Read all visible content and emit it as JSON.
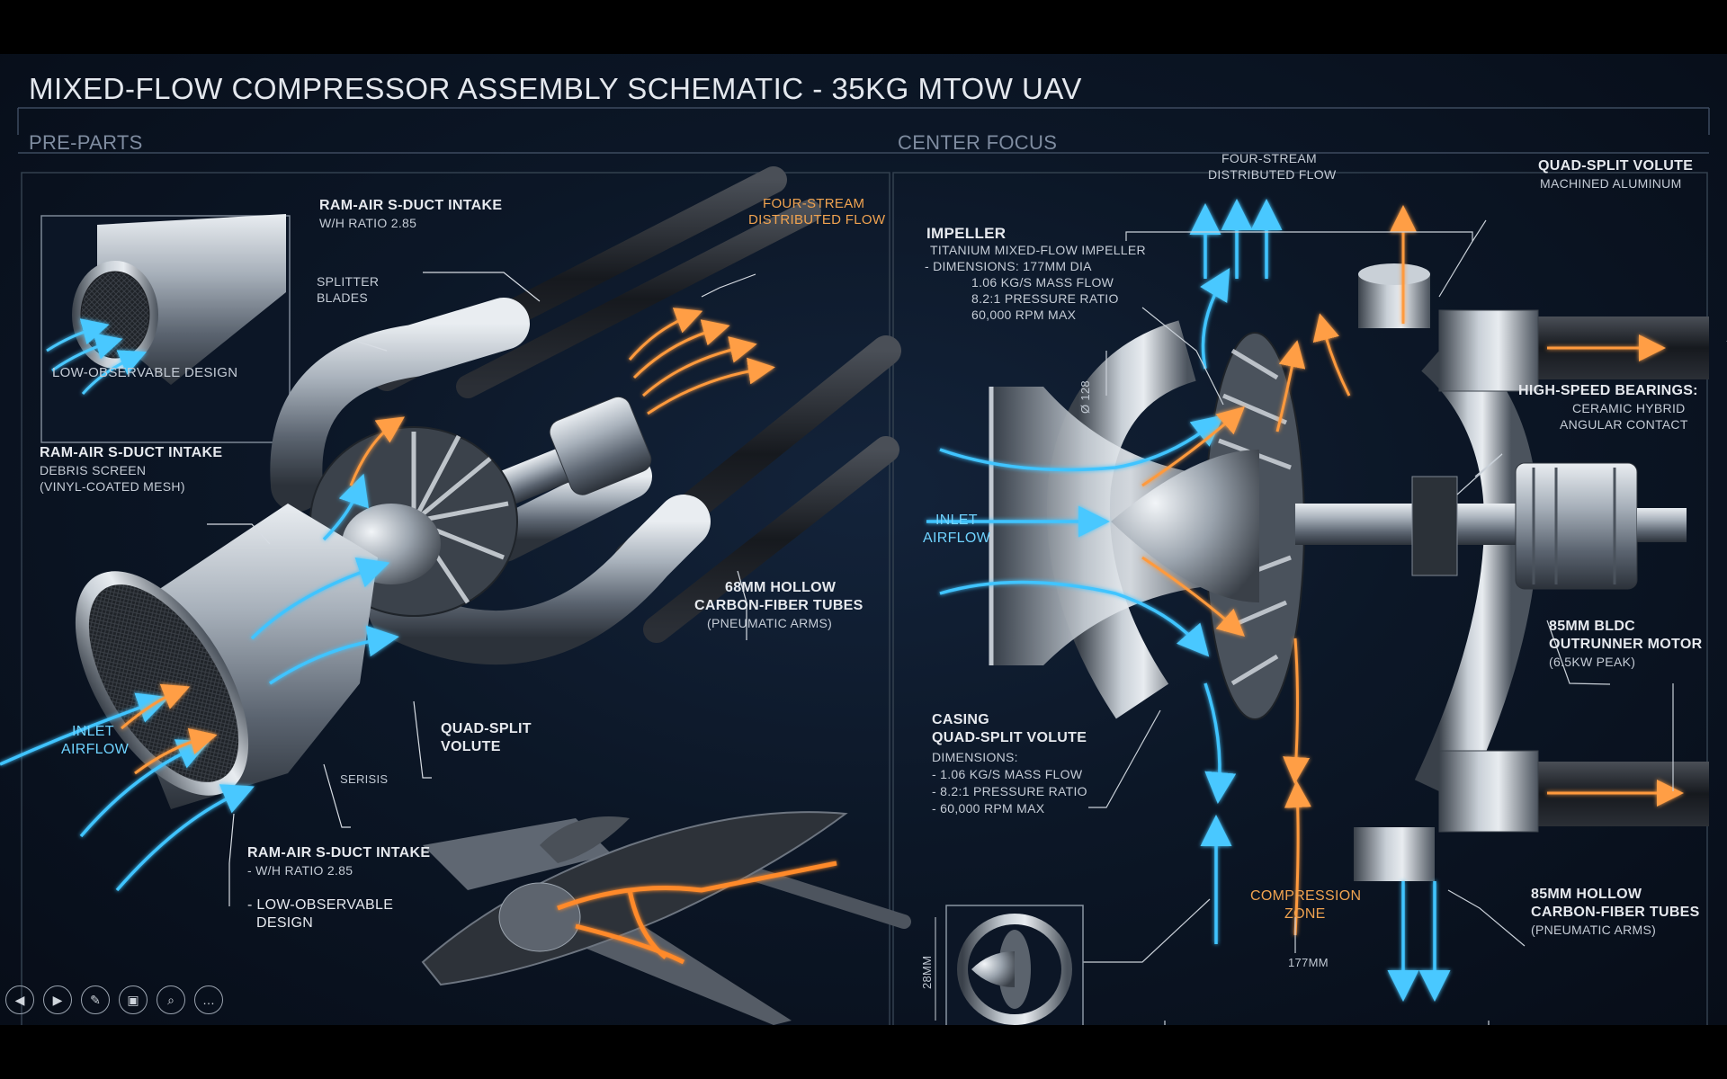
{
  "title": "MIXED-FLOW COMPRESSOR ASSEMBLY SCHEMATIC - 35kg MTOW UAV",
  "left_panel": {
    "heading": "PRE-PARTS",
    "inset_caption": "LOW-OBSERVABLE DESIGN",
    "callouts": {
      "intake_top_l1": "RAM-AIR S-DUCT INTAKE",
      "intake_top_l2": "W/H RATIO 2.85",
      "four_stream_l1": "FOUR-STREAM",
      "four_stream_l2": "DISTRIBUTED FLOW",
      "splitter_l1": "SPLITTER",
      "splitter_l2": "BLADES",
      "debris_l1": "RAM-AIR S-DUCT INTAKE",
      "debris_l2": "DEBRIS SCREEN",
      "debris_l3": "(VINYL-COATED MESH)",
      "tubes_l1": "68mm HOLLOW",
      "tubes_l2": "CARBON-FIBER TUBES",
      "tubes_l3": "(PNEUMATIC ARMS)",
      "inlet_l1": "INLET",
      "inlet_l2": "AIRFLOW",
      "quad_l1": "QUAD-SPLIT",
      "quad_l2": "VOLUTE",
      "series": "SERISIS",
      "intake_bot_l1": "RAM-AIR S-DUCT INTAKE",
      "intake_bot_l2": "- W/H RATIO 2.85",
      "lo_l1": "- LOW-OBSERVABLE",
      "lo_l2": "DESIGN"
    }
  },
  "right_panel": {
    "heading": "CENTER FOCUS",
    "callouts": {
      "four_stream_l1": "FOUR-STREAM",
      "four_stream_l2": "DISTRIBUTED FLOW",
      "volute_l1": "QUAD-SPLIT VOLUTE",
      "volute_l2": "MACHINED ALUMINUM",
      "impeller_title": "IMPELLER",
      "impeller_l1": "TITANIUM MIXED-FLOW IMPELLER",
      "impeller_l2": "- DIMENSIONS: 177mm DIA",
      "impeller_l3": "1.06 kg/s MASS FLOW",
      "impeller_l4": "8.2:1 PRESSURE RATIO",
      "impeller_l5": "60,000 RPM MAX",
      "dim_vertical": "Ø 128",
      "bearings_l1": "HIGH-SPEED BEARINGS:",
      "bearings_l2": "CERAMIC HYBRID",
      "bearings_l3": "ANGULAR CONTACT",
      "inlet_l1": "INLET",
      "inlet_l2": "AIRFLOW",
      "motor_l1": "85mm BLDC",
      "motor_l2": "OUTRUNNER MOTOR",
      "motor_l3": "(6.5kW PEAK)",
      "casing_title": "CASING",
      "casing_l1": "QUAD-SPLIT VOLUTE",
      "casing_l2": "DIMENSIONS:",
      "casing_l3": "- 1.06 kg/s MASS FLOW",
      "casing_l4": "- 8.2:1 PRESSURE RATIO",
      "casing_l5": "- 60,000 RPM MAX",
      "dim_inset": "28mm",
      "compression_l1": "COMPRESSION",
      "compression_l2": "ZONE",
      "tubes_l1": "85mm HOLLOW",
      "tubes_l2": "CARBON-FIBER TUBES",
      "tubes_l3": "(PNEUMATIC ARMS)",
      "dim_width": "177mm"
    }
  },
  "controls": [
    {
      "name": "previous-icon",
      "glyph": "◀"
    },
    {
      "name": "next-icon",
      "glyph": "▶"
    },
    {
      "name": "pen-icon",
      "glyph": "✎"
    },
    {
      "name": "slides-icon",
      "glyph": "▣"
    },
    {
      "name": "zoom-icon",
      "glyph": "⌕"
    },
    {
      "name": "more-icon",
      "glyph": "…"
    }
  ],
  "colors": {
    "background": "#0b1626",
    "cyan_flow": "#3fc4ff",
    "orange_flow": "#ff9a3c",
    "metal": "#a9b2bd"
  }
}
